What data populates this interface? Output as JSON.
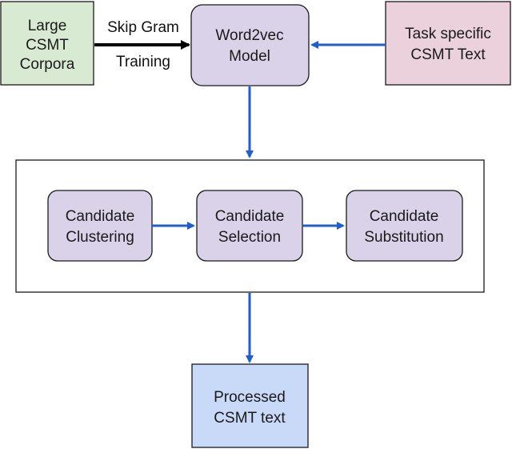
{
  "nodes": {
    "large_corpora": {
      "lines": [
        "Large",
        "CSMT",
        "Corpora"
      ],
      "fill": "#d9ead3"
    },
    "word2vec": {
      "lines": [
        "Word2vec",
        "Model"
      ],
      "fill": "#d9d2e9"
    },
    "task_text": {
      "lines": [
        "Task specific",
        "CSMT Text"
      ],
      "fill": "#ead1dc"
    },
    "clustering": {
      "lines": [
        "Candidate",
        "Clustering"
      ],
      "fill": "#d9d2e9"
    },
    "selection": {
      "lines": [
        "Candidate",
        "Selection"
      ],
      "fill": "#d9d2e9"
    },
    "substitution": {
      "lines": [
        "Candidate",
        "Substitution"
      ],
      "fill": "#d9d2e9"
    },
    "processed": {
      "lines": [
        "Processed",
        "CSMT text"
      ],
      "fill": "#c9daf8"
    }
  },
  "edge_labels": {
    "skip_gram": "Skip Gram",
    "training": "Training"
  },
  "colors": {
    "blue_arrow": "#1f5fcc",
    "black_arrow": "#000000",
    "border": "#1a1a1a"
  }
}
